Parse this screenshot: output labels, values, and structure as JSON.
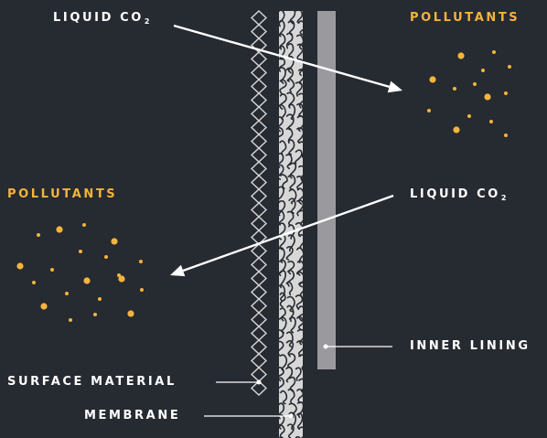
{
  "labels": {
    "liquid_co2_top": {
      "main": "LIQUID CO",
      "sub": "2"
    },
    "pollutants_top": "POLLUTANTS",
    "pollutants_left": "POLLUTANTS",
    "liquid_co2_right": {
      "main": "LIQUID CO",
      "sub": "2"
    },
    "inner_lining": "INNER LINING",
    "surface_material": "SURFACE MATERIAL",
    "membrane": "MEMBRANE"
  },
  "colors": {
    "background": "#262a31",
    "label_white": "#ffffff",
    "label_accent": "#f5b43c",
    "particle": "#f5b43c",
    "membrane_fill": "#d7d7d7",
    "membrane_pattern": "#262a31",
    "inner_lining": "#9a9a9e",
    "surface_diamond": "#d7d7d7",
    "arrow": "#ffffff"
  }
}
